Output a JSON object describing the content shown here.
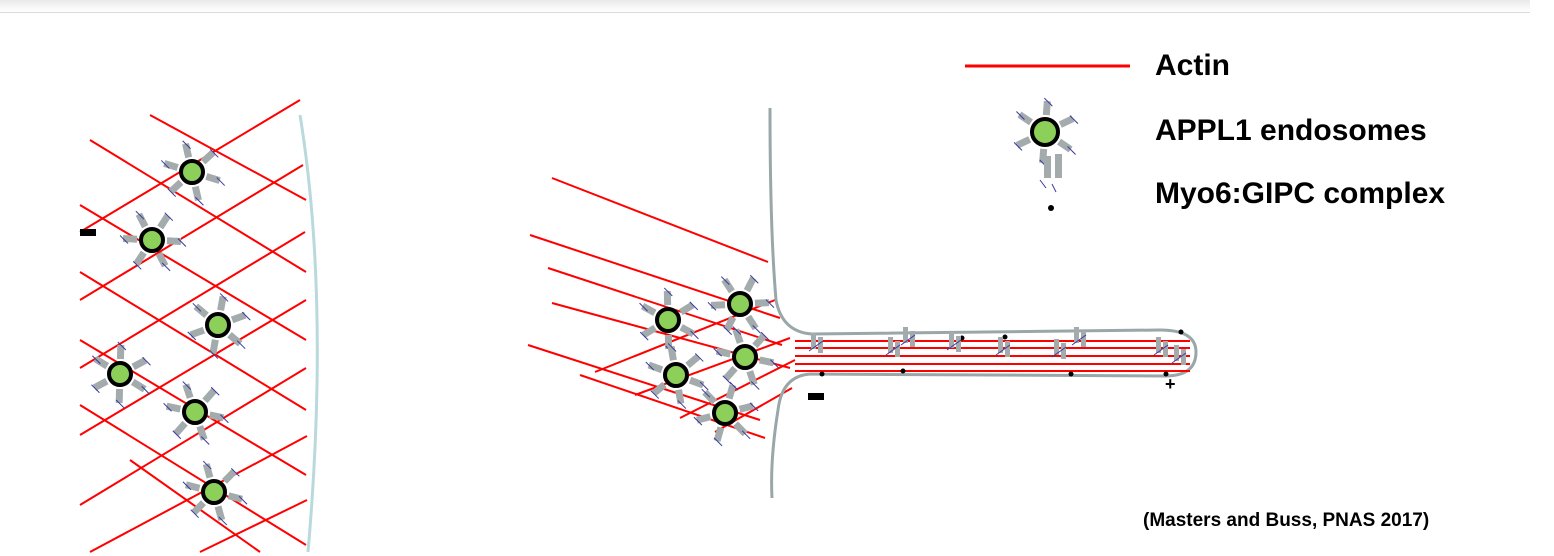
{
  "legend": {
    "actin_label": "Actin",
    "endosome_label": "APPL1 endosomes",
    "complex_label": "Myo6:GIPC complex"
  },
  "citation": "(Masters and Buss, PNAS 2017)",
  "polarity": {
    "minus_sign": "−",
    "plus_sign": "+"
  },
  "colors": {
    "actin": "#ff0000",
    "membrane": "#9aa7a8",
    "membrane_left": "#b9d9dd",
    "endosome_fill": "#8cd05a",
    "endosome_ring": "#000000",
    "myo6": "#a3abac",
    "gipc": "#3a3aa0"
  }
}
